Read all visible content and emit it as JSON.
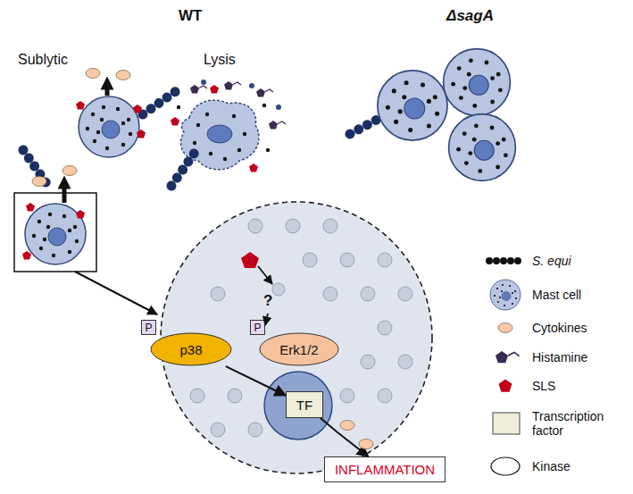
{
  "diagram": {
    "nodes": [
      {
        "text": [
          "?"
        ]
      },
      {
        "text": [
          "P"
        ],
        "in": 0
      },
      {
        "text": [
          "p38"
        ],
        "in": 0
      },
      {
        "text": [
          "P"
        ],
        "in": 0
      },
      {
        "text": [
          "Erk1/2"
        ],
        "in": 0
      },
      {
        "text": [
          "TF"
        ],
        "in": 0
      },
      {
        "text": [
          "INFLAMMATION"
        ]
      }
    ],
    "edges": [
      {
        "from": 2,
        "to": 5,
        "arrow": "to"
      },
      {
        "from": 5,
        "to": 6,
        "arrow": "to"
      }
    ],
    "labels": [
      "WT",
      "Sublytic",
      "Lysis",
      "ΔsagA"
    ],
    "legend": [
      {
        "text": "S. equi"
      },
      {
        "text": "Mast cell"
      },
      {
        "text": "Cytokines"
      },
      {
        "text": "Histamine"
      },
      {
        "text": "SLS"
      },
      {
        "text": "Transcription factor"
      },
      {
        "text": "Kinase"
      }
    ]
  }
}
